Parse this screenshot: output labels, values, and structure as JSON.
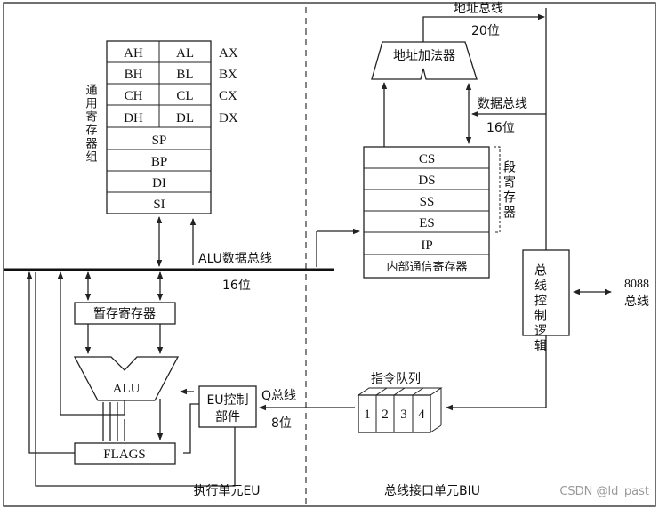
{
  "eu": {
    "label": "执行单元EU",
    "group_label": "通用寄存器组",
    "regs_pairs": [
      {
        "high": "AH",
        "low": "AL",
        "name": "AX"
      },
      {
        "high": "BH",
        "low": "BL",
        "name": "BX"
      },
      {
        "high": "CH",
        "low": "CL",
        "name": "CX"
      },
      {
        "high": "DH",
        "low": "DL",
        "name": "DX"
      }
    ],
    "regs_single": [
      "SP",
      "BP",
      "DI",
      "SI"
    ],
    "alu_bus": "ALU数据总线",
    "alu_bus_width": "16位",
    "temp_reg": "暂存寄存器",
    "alu": "ALU",
    "flags": "FLAGS",
    "eu_control": [
      "EU控制",
      "部件"
    ],
    "q_bus": "Q总线",
    "q_bus_width": "8位"
  },
  "biu": {
    "label": "总线接口单元BIU",
    "address_bus": "地址总线",
    "address_bus_width": "20位",
    "address_adder": "地址加法器",
    "data_bus": "数据总线",
    "data_bus_width": "16位",
    "seg_regs": [
      "CS",
      "DS",
      "SS",
      "ES"
    ],
    "ip": "IP",
    "internal_reg": "内部通信寄存器",
    "seg_label": "段寄存器",
    "bus_control": "总线控制逻辑",
    "queue_label": "指令队列",
    "queue": [
      "1",
      "2",
      "3",
      "4"
    ],
    "ext_bus": [
      "8088",
      "总线"
    ]
  },
  "watermark": "CSDN @ld_past"
}
